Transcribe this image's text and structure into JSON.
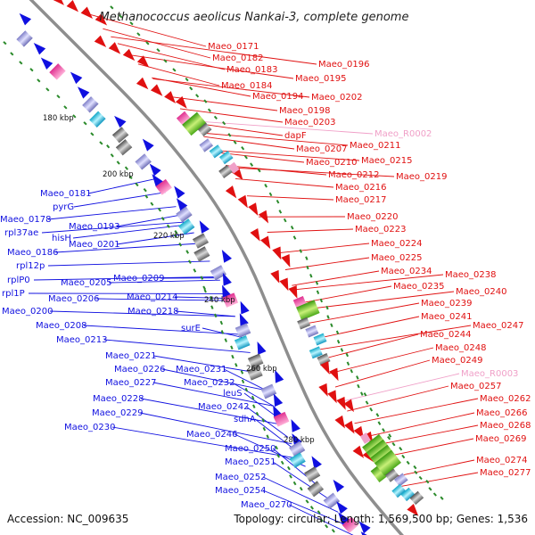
{
  "title": "Methanococcus aeolicus Nankai-3, complete genome",
  "accession": "Accession: NC_009635",
  "summary": "Topology: circular; Length: 1,569,500 bp; Genes: 1,536",
  "ticks": [
    "180 kbp",
    "200 kbp",
    "220 kbp",
    "240 kbp",
    "260 kbp",
    "280 kbp"
  ],
  "colors": {
    "forward_strand": "#e01010",
    "reverse_strand": "#1010e0",
    "rna_gene": "#f0a0c8",
    "backbone": "#909090",
    "gc_dots": "#2a8a2a"
  },
  "right_labels": [
    "Maeo_0171",
    "Maeo_0182",
    "Maeo_0183",
    "Maeo_0184",
    "Maeo_0194",
    "Maeo_0198",
    "Maeo_0196",
    "Maeo_0195",
    "Maeo_0202",
    "Maeo_0203",
    "dapF",
    "Maeo_R0002",
    "Maeo_0211",
    "Maeo_0207",
    "Maeo_0210",
    "Maeo_0215",
    "Maeo_0212",
    "Maeo_0219",
    "Maeo_0216",
    "Maeo_0217",
    "Maeo_0220",
    "Maeo_0223",
    "Maeo_0224",
    "Maeo_0225",
    "Maeo_0234",
    "Maeo_0238",
    "Maeo_0235",
    "Maeo_0240",
    "Maeo_0239",
    "Maeo_0241",
    "Maeo_0247",
    "Maeo_0244",
    "Maeo_0248",
    "Maeo_0249",
    "Maeo_R0003",
    "Maeo_0257",
    "Maeo_0262",
    "Maeo_0266",
    "Maeo_0268",
    "Maeo_0269",
    "Maeo_0274",
    "Maeo_0277"
  ],
  "left_labels": [
    "Maeo_0181",
    "pyrG",
    "Maeo_0178",
    "rpl37ae",
    "Maeo_0193",
    "hisH",
    "Maeo_0186",
    "Maeo_0201",
    "rpl12p",
    "rplP0",
    "Maeo_0205",
    "Maeo_0209",
    "rpl1P",
    "Maeo_0206",
    "Maeo_0214",
    "Maeo_0200",
    "Maeo_0218",
    "Maeo_0208",
    "Maeo_0213",
    "surE",
    "Maeo_0221",
    "Maeo_0226",
    "Maeo_0231",
    "Maeo_0227",
    "Maeo_0232",
    "Maeo_0228",
    "leuS",
    "Maeo_0242",
    "Maeo_0229",
    "sdhA",
    "Maeo_0230",
    "Maeo_0246",
    "Maeo_0250",
    "Maeo_0251",
    "Maeo_0252",
    "Maeo_0254",
    "Maeo_0270"
  ]
}
